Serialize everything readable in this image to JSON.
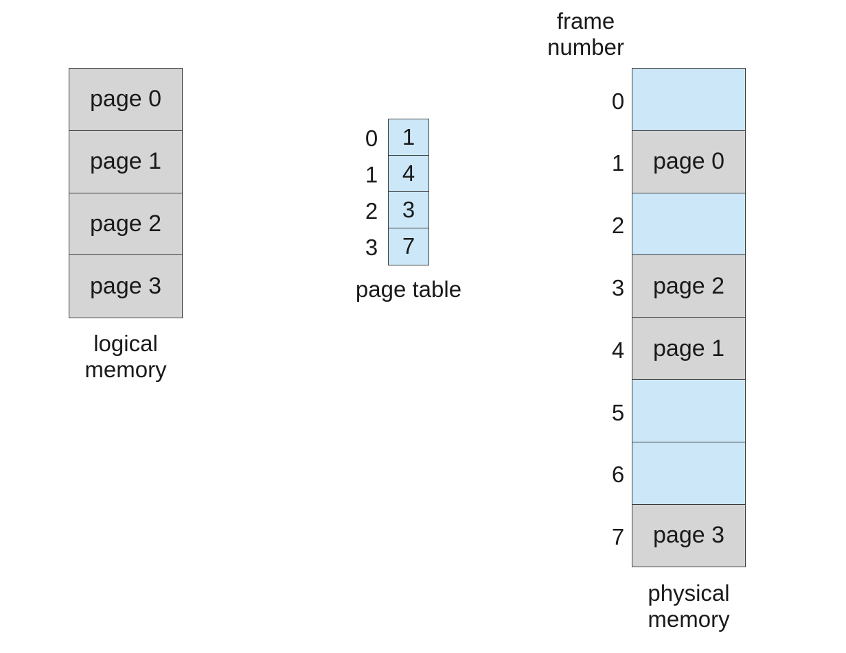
{
  "logical_memory": {
    "caption_line1": "logical",
    "caption_line2": "memory",
    "pages": [
      "page 0",
      "page 1",
      "page 2",
      "page 3"
    ]
  },
  "page_table": {
    "caption": "page table",
    "indices": [
      "0",
      "1",
      "2",
      "3"
    ],
    "entries": [
      "1",
      "4",
      "3",
      "7"
    ]
  },
  "physical_memory": {
    "header_line1": "frame",
    "header_line2": "number",
    "caption_line1": "physical",
    "caption_line2": "memory",
    "frame_numbers": [
      "0",
      "1",
      "2",
      "3",
      "4",
      "5",
      "6",
      "7"
    ],
    "frames": [
      "",
      "page 0",
      "",
      "page 2",
      "page 1",
      "",
      "",
      "page 3"
    ]
  },
  "colors": {
    "page_fill": "#d5d5d5",
    "free_frame_fill": "#cce8f8",
    "border": "#3a3a3a"
  }
}
